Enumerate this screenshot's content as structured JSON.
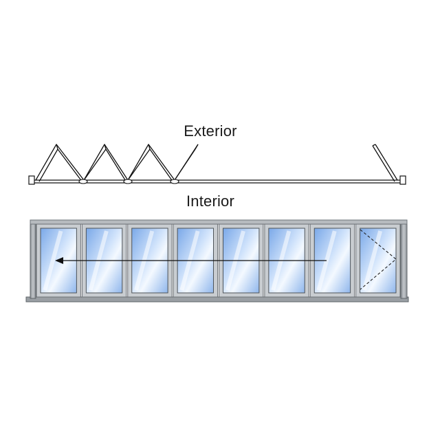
{
  "labels": {
    "exterior": "Exterior",
    "interior": "Interior"
  },
  "door_system": {
    "panel_count": 8,
    "swing_panel_count": 1,
    "sliding_direction": "left",
    "colors": {
      "frame": "#a9aeb3",
      "frame_dark": "#6e7378",
      "glass_light": "#eef6ff",
      "glass_mid": "#a8c8f0",
      "glass_deep": "#5f8fd6",
      "line": "#111111"
    }
  }
}
